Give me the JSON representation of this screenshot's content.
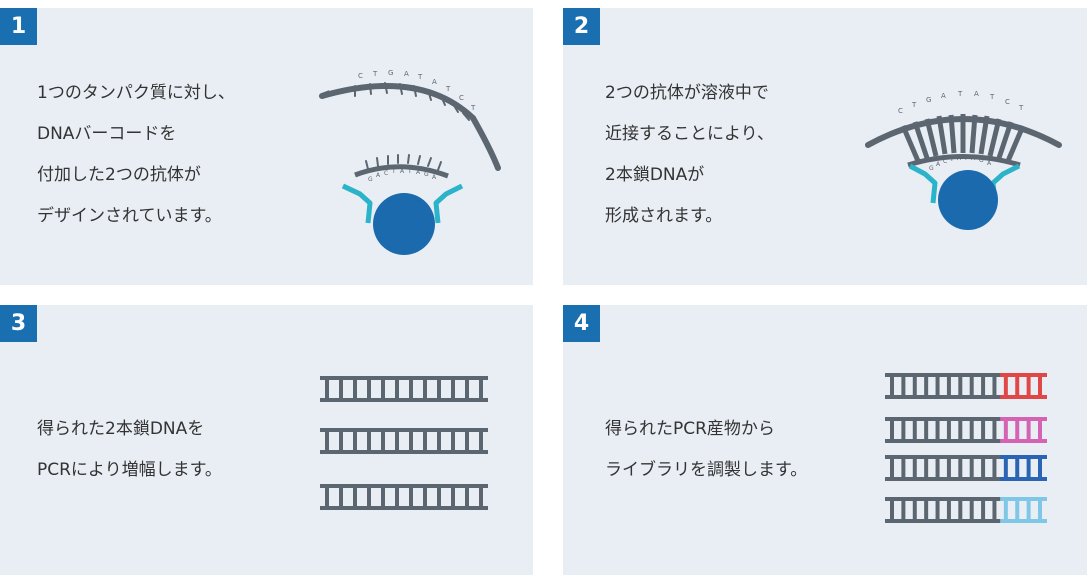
{
  "panels": [
    {
      "number": "1",
      "lines": [
        "1つのタンパク質に対し、",
        "DNAバーコードを",
        "付加した2つの抗体が",
        "デザインされています。"
      ]
    },
    {
      "number": "2",
      "lines": [
        "2つの抗体が溶液中で",
        "近接することにより、",
        "2本鎖DNAが",
        "形成されます。"
      ]
    },
    {
      "number": "3",
      "lines": [
        "得られた2本鎖DNAを",
        "PCRにより増幅します。"
      ]
    },
    {
      "number": "4",
      "lines": [
        "得られたPCR産物から",
        "ライブラリを調製します。"
      ]
    }
  ],
  "sequences": {
    "outer": "CTGATATCT",
    "inner": "GACTATAGA"
  },
  "colors": {
    "badge": "#1a6fb0",
    "panel_bg": "#e9eef5",
    "dna_strand": "#5c6670",
    "antibody": "#2bb3c9",
    "protein": "#1c6aae",
    "library_tags": [
      "#e04848",
      "#d463b4",
      "#2c64b4",
      "#7fc7e6"
    ]
  }
}
